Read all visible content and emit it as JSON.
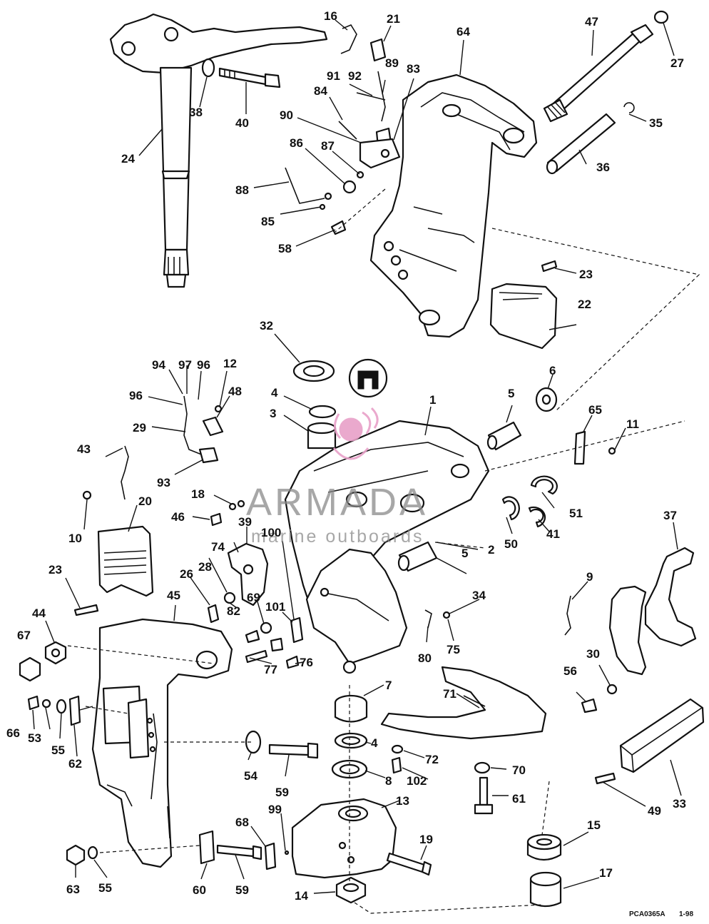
{
  "diagram": {
    "drawing_code": "PCA0365A",
    "drawing_date": "1-98",
    "labels": [
      "16",
      "21",
      "64",
      "47",
      "27",
      "91",
      "92",
      "89",
      "83",
      "84",
      "35",
      "90",
      "86",
      "87",
      "36",
      "88",
      "85",
      "58",
      "24",
      "38",
      "40",
      "23",
      "22",
      "32",
      "6",
      "4",
      "3",
      "1",
      "5",
      "65",
      "11",
      "12",
      "94",
      "97",
      "96",
      "48",
      "96",
      "29",
      "93",
      "43",
      "18",
      "46",
      "39",
      "100",
      "74",
      "51",
      "50",
      "41",
      "37",
      "20",
      "10",
      "2",
      "23",
      "26",
      "28",
      "82",
      "69",
      "101",
      "34",
      "9",
      "44",
      "45",
      "80",
      "75",
      "30",
      "67",
      "77",
      "76",
      "56",
      "7",
      "71",
      "66",
      "53",
      "55",
      "62",
      "4",
      "72",
      "70",
      "54",
      "59",
      "8",
      "102",
      "61",
      "49",
      "33",
      "13",
      "99",
      "68",
      "19",
      "15",
      "17",
      "63",
      "55",
      "60",
      "59",
      "14",
      "5"
    ]
  },
  "watermark": {
    "brand": "ARMADA",
    "tagline": "marine outboards",
    "color": "#e8a0c8"
  }
}
